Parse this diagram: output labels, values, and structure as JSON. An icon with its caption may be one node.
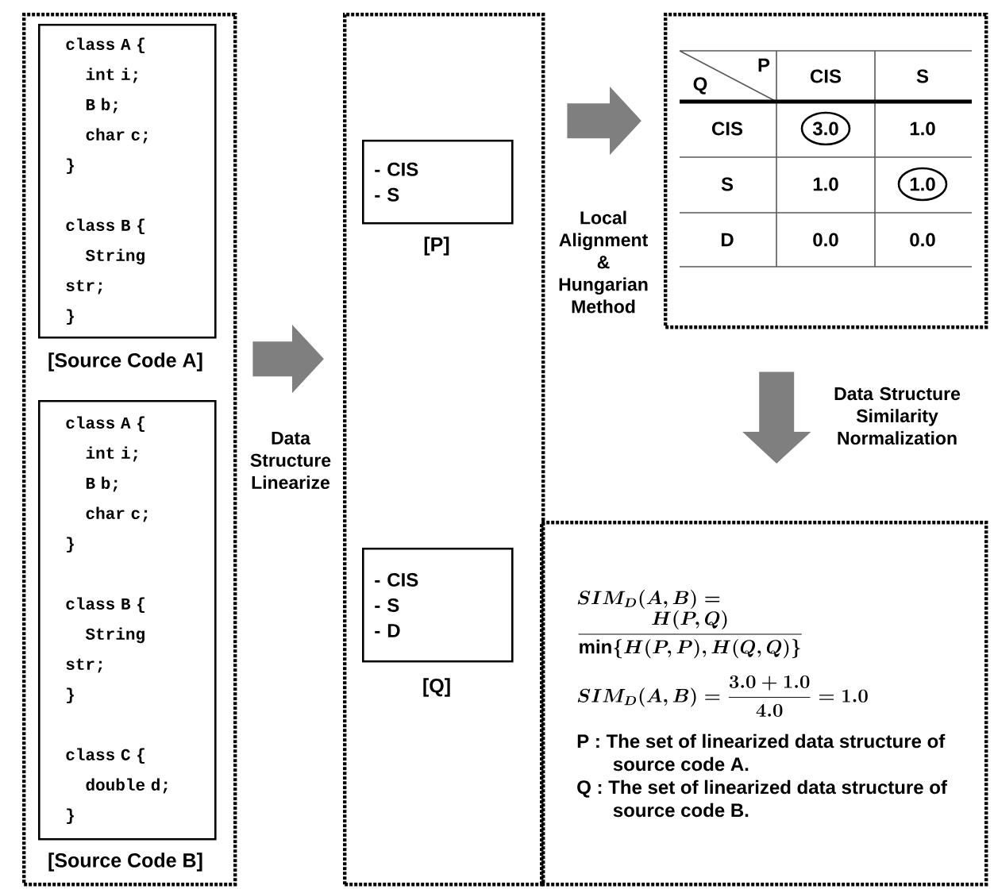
{
  "diagram": {
    "nodes": [
      {
        "text": [],
        "shape": "box"
      },
      {
        "text": [
          "class A {",
          "int i;",
          "B b;",
          "char c;",
          "}",
          "class B {",
          "String str;",
          "}"
        ],
        "in": 0,
        "beside": [
          "[Source Code A]"
        ]
      },
      {
        "text": [
          "class A {",
          "int i;",
          "B b;",
          "char c;",
          "}",
          "class B {",
          "String str;",
          "}",
          "class C {",
          "double d;",
          "}"
        ],
        "in": 0,
        "beside": [
          "[Source Code B]"
        ]
      },
      {
        "text": [],
        "shape": "box"
      },
      {
        "text": [
          "- CIS",
          "- S"
        ],
        "in": 3,
        "beside": [
          "[P]"
        ]
      },
      {
        "text": [
          "- CIS",
          "- S",
          "- D"
        ],
        "in": 3,
        "beside": [
          "[Q]"
        ]
      },
      {
        "text": [],
        "shape": "box"
      },
      {
        "text": [
          "SIM_D(A,B) = \\frac{H(P,Q)}{\\min\\{H(P,P),H(Q,Q)\\}}",
          "SIM_D(A,B) = \\frac{3.0+1.0}{4.0} = 1.0",
          "P : The set of linearized data structure of source code A.",
          "Q : The set of linearized data structure of source code B."
        ]
      }
    ],
    "edges": [
      {
        "from": 0,
        "to": 3,
        "arrow": "to",
        "label": "Data Structure Linearize"
      },
      {
        "from": 3,
        "to": 6,
        "arrow": "to",
        "label": "Local Alignment & Hungarian Method"
      },
      {
        "from": 6,
        "to": 7,
        "arrow": "to",
        "label": "Data Structure Similarity Normalization"
      }
    ],
    "labels": [
      "Q",
      "P",
      "CIS",
      "S",
      "CIS",
      "3.0",
      "1.0",
      "S",
      "1.0",
      "1.0",
      "D",
      "0.0",
      "0.0"
    ]
  }
}
